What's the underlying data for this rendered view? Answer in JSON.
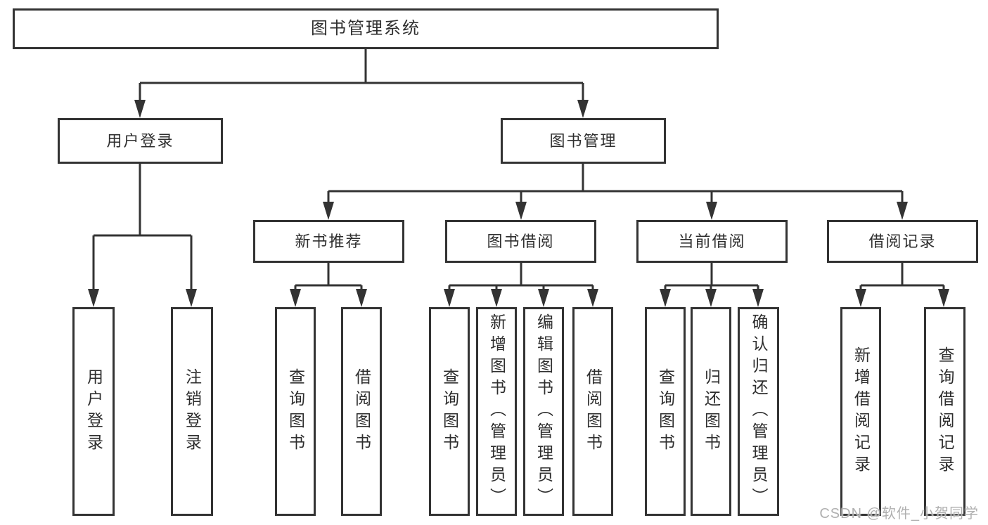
{
  "diagram": {
    "type": "functional-structure-tree",
    "colors": {
      "line": "#333333",
      "box_border": "#333333",
      "box_fill": "#ffffff",
      "text": "#2e2e2e",
      "watermark": "#b0b0b0",
      "background": "#ffffff"
    }
  },
  "tree": {
    "label": "图书管理系统",
    "children": [
      {
        "label": "用户登录",
        "children": [
          {
            "label": "用户登录"
          },
          {
            "label": "注销登录"
          }
        ]
      },
      {
        "label": "图书管理",
        "children": [
          {
            "label": "新书推荐",
            "children": [
              {
                "label": "查询图书"
              },
              {
                "label": "借阅图书"
              }
            ]
          },
          {
            "label": "图书借阅",
            "children": [
              {
                "label": "查询图书"
              },
              {
                "label": "新增图书（管理员）"
              },
              {
                "label": "编辑图书（管理员）"
              },
              {
                "label": "借阅图书"
              }
            ]
          },
          {
            "label": "当前借阅",
            "children": [
              {
                "label": "查询图书"
              },
              {
                "label": "归还图书"
              },
              {
                "label": "确认归还（管理员）"
              }
            ]
          },
          {
            "label": "借阅记录",
            "children": [
              {
                "label": "新增借阅记录"
              },
              {
                "label": "查询借阅记录"
              }
            ]
          }
        ]
      }
    ]
  },
  "watermark": {
    "text": "CSDN @软件_小贺同学"
  }
}
